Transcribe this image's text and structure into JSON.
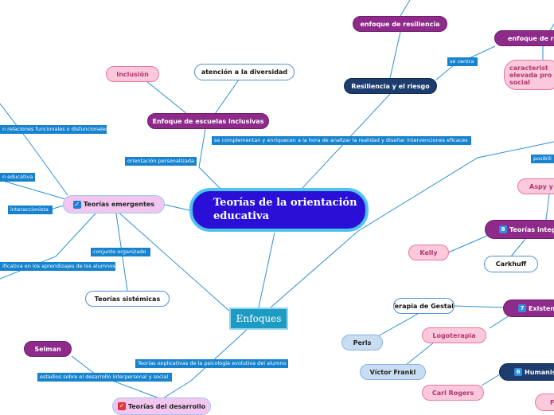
{
  "central": {
    "title": "Teorías de la orientación educativa"
  },
  "enfoques": {
    "label": "Enfoques"
  },
  "nodes": {
    "resiliencia_top": "enfoque de resiliencia",
    "resiliencia_right": "enfoque de resi",
    "caracteristicas": "caracterist elevada pro social",
    "resiliencia_riesgo": "Resiliencia y el riesgo",
    "inclusion": "Inclusión",
    "atencion": "atención a la diversidad",
    "escuelas_inclusivas": "Enfoque de escuelas inclusivas",
    "teorias_emergentes": "Teorías emergentes",
    "teorias_sistemicas": "Teorías sistémicas",
    "aspy": "Aspy y",
    "teorias_integr": "Teorías integr",
    "kelly": "Kelly",
    "carkhuff": "Carkhuff",
    "gestalt": "Terapia de Gestalt",
    "existenc": "Existen",
    "perls": "Perls",
    "logoterapia": "Logoterapia",
    "frankl": "Víctor Frankl",
    "humanis": "Humanis",
    "rogers": "Carl Rogers",
    "selman": "Selman",
    "teorias_desarrollo": "Teorías del desarrollo",
    "bottom_right_partial": "F"
  },
  "badges": {
    "integr": "8",
    "existenc": "7",
    "humanis": "6"
  },
  "tags": {
    "relaciones": "n relaciones funcionales o disfuncionales",
    "complementan": "se complementan y enriquecen a la hora de analizar la realidad y diseñar intervenciones eficaces",
    "se_centra": "se centra",
    "orientacion_personalizada": "orientación personalizada",
    "n_educativa": "n educativa",
    "interaccionista": "interaccionista",
    "conjunto": "conjunto organizado",
    "aprendizajes": "ificativa en los aprendizajes de los alumnos",
    "posibili": "posibili",
    "explicativas": "Teorías explicativas de la psicología evolutiva del alumno",
    "estadios": "estadios sobre el desarrollo interpersonal y social"
  }
}
